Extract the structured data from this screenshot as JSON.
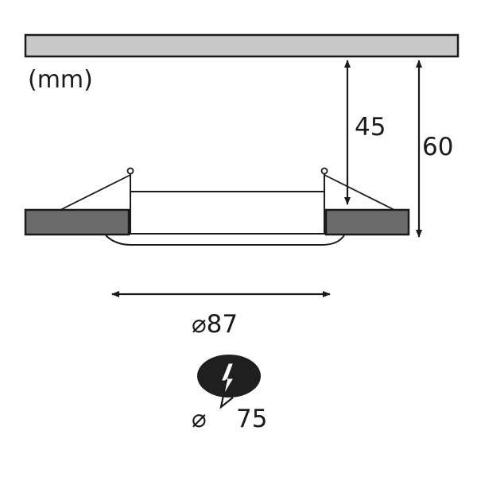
{
  "units_label": "(mm)",
  "dimensions": {
    "inner_height": "45",
    "total_height": "60",
    "outer_diameter": "⌀87"
  },
  "cutout": {
    "diameter_symbol": "⌀",
    "diameter_value": "75",
    "icon": "lightning-bolt-hole-icon"
  },
  "colors": {
    "ceiling": "#c8c8c8",
    "housing": "#6b6b6b",
    "line": "#1a1a1a"
  }
}
